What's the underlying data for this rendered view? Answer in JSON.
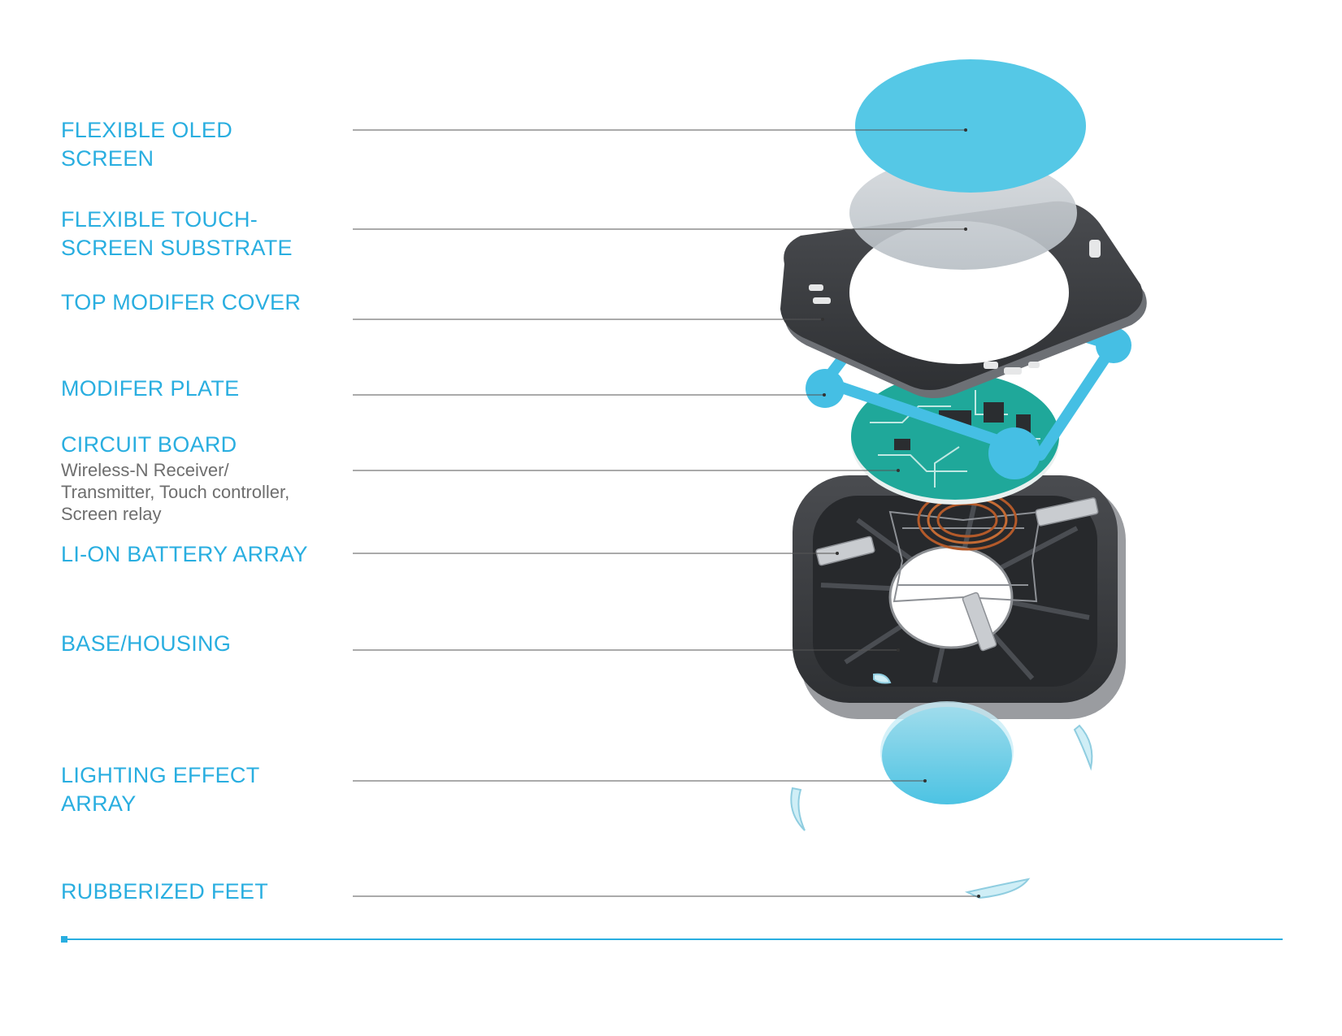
{
  "labels": {
    "oled": [
      "FLEXIBLE OLED",
      "SCREEN"
    ],
    "touch": [
      "FLEXIBLE TOUCH-",
      "SCREEN SUBSTRATE"
    ],
    "cover": "TOP MODIFER COVER",
    "plate": "MODIFER PLATE",
    "circuit": "CIRCUIT BOARD",
    "circuit_desc": [
      "Wireless-N Receiver/",
      "Transmitter, Touch controller,",
      "Screen relay"
    ],
    "battery": "LI-ON BATTERY ARRAY",
    "base": "BASE/HOUSING",
    "lighting": [
      "LIGHTING EFFECT",
      "ARRAY"
    ],
    "feet": "RUBBERIZED FEET"
  },
  "colors": {
    "accent": "#29aee0",
    "screen_blue": "#55c8e6",
    "dark_gray": "#3e4043",
    "leader_line": "#555555",
    "circuit_teal": "#1fa89a"
  }
}
